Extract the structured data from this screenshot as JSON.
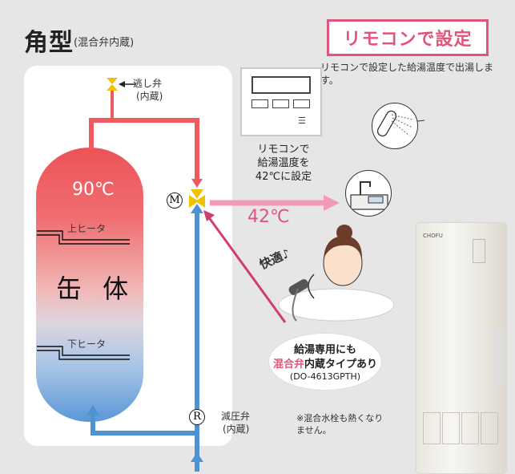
{
  "title": {
    "main": "角型",
    "sub": "(混合弁内蔵)"
  },
  "remocon_section": {
    "title": "リモコンで設定",
    "description": "リモコンで設定した給湯温度で出湯します。"
  },
  "tank": {
    "label": "缶 体",
    "top_temp": "90℃",
    "upper_heater": "上ヒータ",
    "lower_heater": "下ヒータ"
  },
  "relief_valve": {
    "line1": "逃し弁",
    "line2": "(内蔵)"
  },
  "pressure_valve": {
    "line1": "減圧弁",
    "line2": "(内蔵)"
  },
  "markers": {
    "mixing": "M",
    "reducing": "R"
  },
  "remote_caption": {
    "line1": "リモコンで",
    "line2": "給湯温度を",
    "line3": "42℃に設定"
  },
  "remote_menu_icon": "☰",
  "output_temp": "42℃",
  "comfort": "快適♪",
  "bubble": {
    "line1": "給湯専用にも",
    "line2_pink": "混合弁",
    "line2_rest": "内蔵タイプあり",
    "line3": "(DO-4613GPTH)"
  },
  "note": "※混合水栓も熱くなりません。",
  "unit_brand": "CHOFU",
  "colors": {
    "hot_pipe": "#ee5a60",
    "cold_pipe": "#4d93d3",
    "pink": "#e2557a",
    "faucet_arrow": "#f29bb7",
    "valve_yellow": "#f2c200"
  }
}
